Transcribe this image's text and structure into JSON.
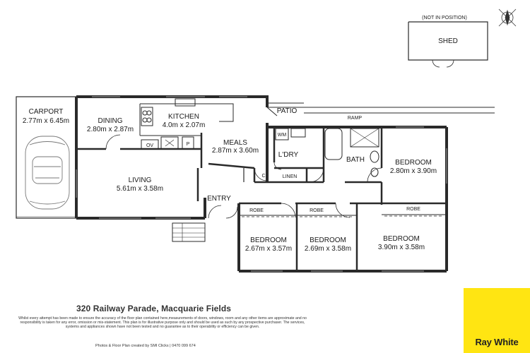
{
  "plan": {
    "carport": {
      "name": "CARPORT",
      "dim": "2.77m x 6.45m"
    },
    "dining": {
      "name": "DINING",
      "dim": "2.80m x 2.87m"
    },
    "kitchen": {
      "name": "KITCHEN",
      "dim": "4.0m x 2.07m"
    },
    "meals": {
      "name": "MEALS",
      "dim": "2.87m x 3.60m"
    },
    "living": {
      "name": "LIVING",
      "dim": "5.61m x 3.58m"
    },
    "patio": "PATIO",
    "ramp": "RAMP",
    "laundry": "L'DRY",
    "wm": "WM",
    "bath": "BATH",
    "linen": "LINEN",
    "cupboard": "C",
    "entry": "ENTRY",
    "oven": "OV",
    "pantry": "P",
    "robe": "ROBE",
    "bed_east": {
      "name": "BEDROOM",
      "dim": "2.80m x 3.90m"
    },
    "bed_1": {
      "name": "BEDROOM",
      "dim": "2.67m x 3.57m"
    },
    "bed_2": {
      "name": "BEDROOM",
      "dim": "2.69m x 3.58m"
    },
    "bed_3": {
      "name": "BEDROOM",
      "dim": "3.90m x 3.58m"
    },
    "shed": {
      "note": "(NOT IN POSITION)",
      "name": "SHED"
    }
  },
  "compass_icon": "compass-rose-icon",
  "address": "320 Railway Parade, Macquarie Fields",
  "disclaimer": "Whilst every attempt has been made to ensure the accuracy of the floor plan contained here,measurements of doors, windows, room and any other items are approximate and no responsibility is taken for any error, omission or mis-statement. This plan is for illustrative purpose only and should be used as such by any prospective purchaser. The services, systems and appliances shown have not been tested and no guarantee as to their operability or efficiency can be given.",
  "credit": "Photos & Floor Plan created by SMI Clicks | 0470 099 674",
  "brand": {
    "name": "Ray White",
    "color": "#ffe512"
  }
}
